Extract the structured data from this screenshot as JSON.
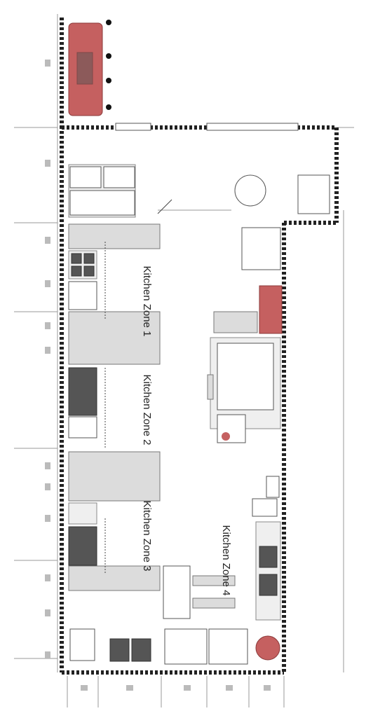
{
  "zones": [
    {
      "label": "Kitchen Zone 1"
    },
    {
      "label": "Kitchen Zone 2"
    },
    {
      "label": "Kitchen Zone 3"
    },
    {
      "label": "Kitchen Zone 4"
    }
  ],
  "colors": {
    "wall": "#222222",
    "counter": "#dcdcdc",
    "equipment_red": "#c56060",
    "equipment_dark": "#555555"
  }
}
